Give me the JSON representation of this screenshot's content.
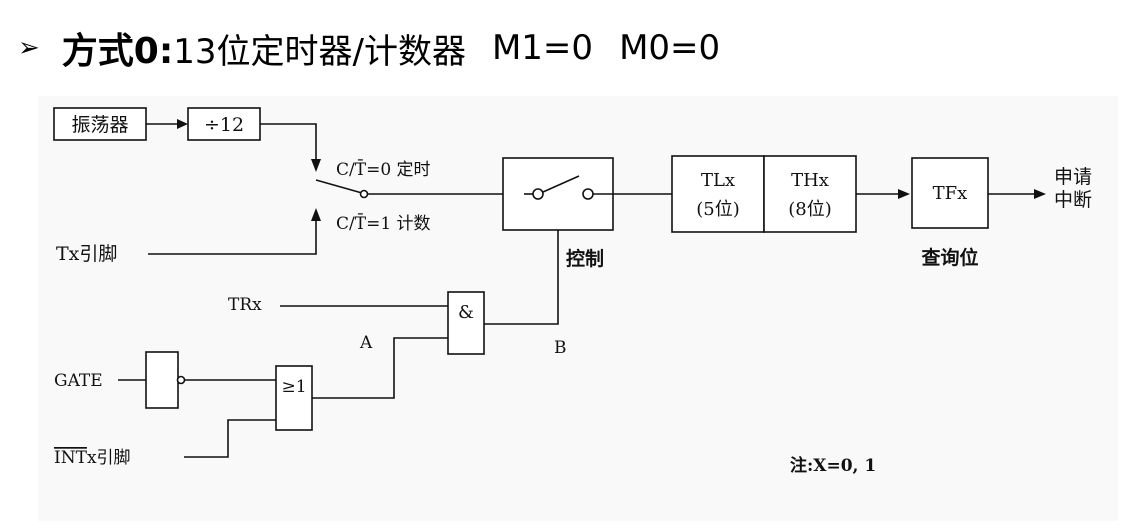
{
  "title": {
    "bullet": "➢",
    "heading": "方式0:",
    "description": "13位定时器/计数器",
    "mode_bits": [
      "M1=0",
      "M0=0"
    ]
  },
  "diagram": {
    "oscillator": "振荡器",
    "divider": "÷12",
    "timer_mode": "C/T̄=0 定时",
    "counter_mode": "C/T̄=1 计数",
    "tx_pin": "Tx引脚",
    "control_label": "控制",
    "tlx": {
      "name": "TLx",
      "bits": "(5位)"
    },
    "thx": {
      "name": "THx",
      "bits": "(8位)"
    },
    "tfx": "TFx",
    "flag_label": "查询位",
    "interrupt_request": [
      "申请",
      "中断"
    ],
    "trx": "TRx",
    "and_gate": "&",
    "or_gate": "≥1",
    "gate": "GATE",
    "int_pin_bar": "INT",
    "int_pin_rest": "x引脚",
    "node_a": "A",
    "node_b": "B",
    "note": "注:X=0, 1"
  }
}
